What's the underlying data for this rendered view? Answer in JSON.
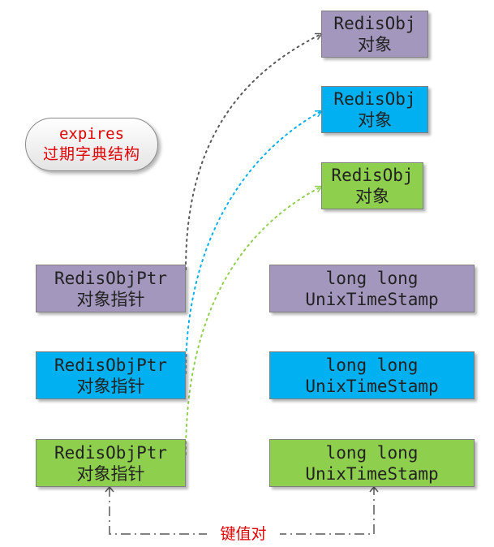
{
  "dict": {
    "line1": "expires",
    "line2": "过期字典结构"
  },
  "objects": [
    {
      "line1": "RedisObj",
      "line2": "对象",
      "color": "#a497bd"
    },
    {
      "line1": "RedisObj",
      "line2": "对象",
      "color": "#00b0f0"
    },
    {
      "line1": "RedisObj",
      "line2": "对象",
      "color": "#8fcf4e"
    }
  ],
  "pointers": [
    {
      "line1": "RedisObjPtr",
      "line2": "对象指针"
    },
    {
      "line1": "RedisObjPtr",
      "line2": "对象指针"
    },
    {
      "line1": "RedisObjPtr",
      "line2": "对象指针"
    }
  ],
  "timestamps": [
    {
      "line1": "long long",
      "line2": "UnixTimeStamp"
    },
    {
      "line1": "long long",
      "line2": "UnixTimeStamp"
    },
    {
      "line1": "long long",
      "line2": "UnixTimeStamp"
    }
  ],
  "kv_label": "键值对"
}
